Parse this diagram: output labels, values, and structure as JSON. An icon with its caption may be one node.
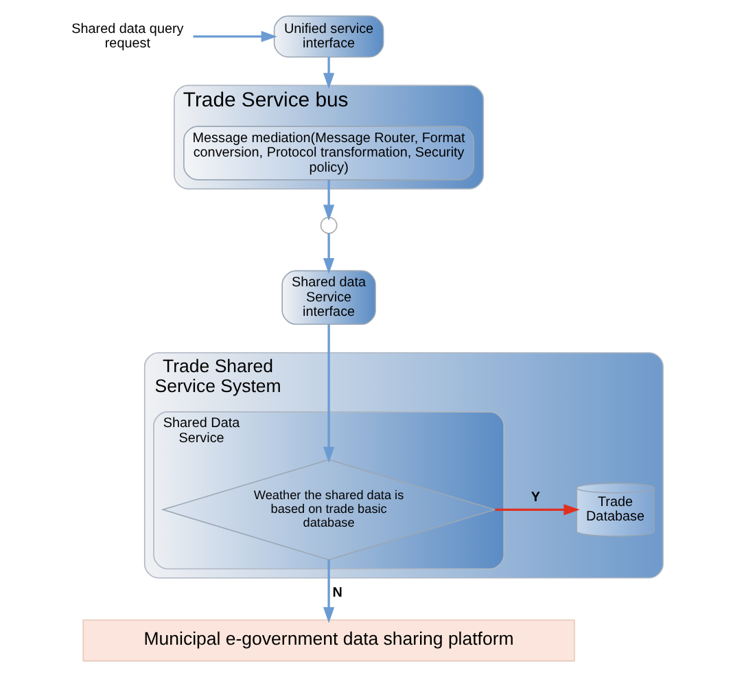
{
  "diagram": {
    "nodes": [
      {
        "text": [
          "Shared data query request"
        ]
      },
      {
        "text": [
          "Unified service interface"
        ]
      },
      {
        "text": [
          "Trade Service bus"
        ]
      },
      {
        "text": [
          "Message mediation(Message Router, Format conversion, Protocol transformation, Security policy)"
        ],
        "in": 2
      },
      {
        "text": [],
        "shape": "circle"
      },
      {
        "text": [
          "Shared data Service interface"
        ]
      },
      {
        "text": [
          "Trade Shared Service System"
        ]
      },
      {
        "text": [
          "Shared Data Service"
        ],
        "in": 6
      },
      {
        "text": [
          "Weather the shared data is based on trade basic database"
        ],
        "in": 7
      },
      {
        "text": [
          "Trade Database"
        ],
        "in": 6
      },
      {
        "text": [
          "Municipal e-government data sharing platform"
        ]
      }
    ],
    "edges": [
      {
        "from": 0,
        "to": 1,
        "arrow": "to"
      },
      {
        "from": 1,
        "to": 2,
        "arrow": "to"
      },
      {
        "from": 3,
        "to": 4,
        "arrow": "to"
      },
      {
        "from": 4,
        "to": 5,
        "arrow": "to"
      },
      {
        "from": 5,
        "to": 8,
        "arrow": "to"
      },
      {
        "from": 8,
        "to": 9,
        "arrow": "to",
        "label": "Y",
        "color": "#e03020"
      },
      {
        "from": 8,
        "to": 10,
        "arrow": "to",
        "label": "N"
      }
    ]
  }
}
